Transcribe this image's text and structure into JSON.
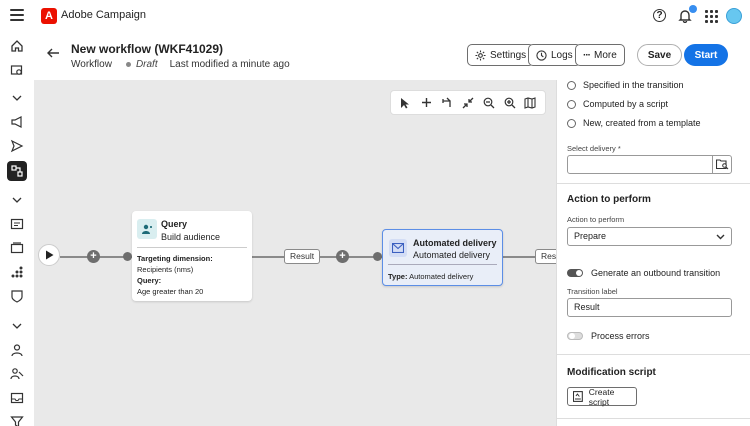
{
  "app": {
    "name": "Adobe Campaign"
  },
  "header": {
    "title": "New workflow (WKF41029)",
    "type": "Workflow",
    "status": "Draft",
    "modified": "Last modified a minute ago",
    "settings_label": "Settings",
    "logs_label": "Logs",
    "more_label": "More",
    "save_label": "Save",
    "start_label": "Start"
  },
  "canvas": {
    "query": {
      "title": "Query",
      "subtitle": "Build audience",
      "dim_label": "Targeting dimension:",
      "dim_value": "Recipients (nms)",
      "query_label": "Query:",
      "query_value": "Age greater than 20"
    },
    "result1": "Result",
    "result2": "Resu",
    "delivery": {
      "title": "Automated delivery",
      "subtitle": "Automated delivery",
      "type_label": "Type:",
      "type_value": "Automated delivery"
    }
  },
  "panel": {
    "radio_options": [
      "Specified in the transition",
      "Computed by a script",
      "New, created from a template"
    ],
    "select_delivery_label": "Select delivery",
    "required_mark": "*",
    "action_section": "Action to perform",
    "action_label": "Action to perform",
    "action_value": "Prepare",
    "outbound_label": "Generate an outbound transition",
    "outbound_on": true,
    "transition_label": "Transition label",
    "transition_value": "Result",
    "process_errors_label": "Process errors",
    "process_errors_on": false,
    "modification_section": "Modification script",
    "create_script_label": "Create script"
  },
  "colors": {
    "accent": "#1473e6",
    "brand": "#eb1000",
    "canvas": "#e9e9e9",
    "delivery_border": "#5c8ee6"
  }
}
